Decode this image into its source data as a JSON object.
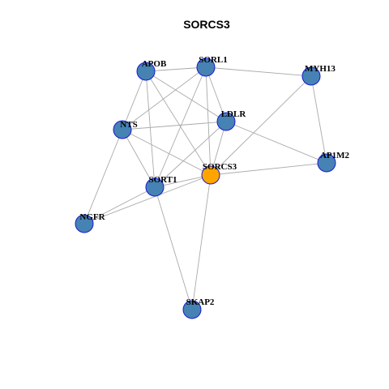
{
  "title": "SORCS3",
  "colors": {
    "node_fill": "#4682B4",
    "center_fill": "#FFA500",
    "node_stroke": "#1A1AD0",
    "edge": "#AAAAAA"
  },
  "nodes": [
    {
      "id": "APOB",
      "label": "APOB",
      "center": false
    },
    {
      "id": "SORL1",
      "label": "SORL1",
      "center": false
    },
    {
      "id": "MYH13",
      "label": "MYH13",
      "center": false
    },
    {
      "id": "LDLR",
      "label": "LDLR",
      "center": false
    },
    {
      "id": "NTS",
      "label": "NTS",
      "center": false
    },
    {
      "id": "AP1M2",
      "label": "AP1M2",
      "center": false
    },
    {
      "id": "SORCS3",
      "label": "SORCS3",
      "center": true
    },
    {
      "id": "SORT1",
      "label": "SORT1",
      "center": false
    },
    {
      "id": "NGFR",
      "label": "NGFR",
      "center": false
    },
    {
      "id": "SKAP2",
      "label": "SKAP2",
      "center": false
    }
  ],
  "edges": [
    [
      "APOB",
      "SORL1"
    ],
    [
      "APOB",
      "NTS"
    ],
    [
      "APOB",
      "LDLR"
    ],
    [
      "APOB",
      "SORCS3"
    ],
    [
      "APOB",
      "SORT1"
    ],
    [
      "SORL1",
      "MYH13"
    ],
    [
      "SORL1",
      "NTS"
    ],
    [
      "SORL1",
      "LDLR"
    ],
    [
      "SORL1",
      "SORCS3"
    ],
    [
      "SORL1",
      "SORT1"
    ],
    [
      "MYH13",
      "SORCS3"
    ],
    [
      "MYH13",
      "AP1M2"
    ],
    [
      "LDLR",
      "NTS"
    ],
    [
      "LDLR",
      "SORCS3"
    ],
    [
      "LDLR",
      "AP1M2"
    ],
    [
      "LDLR",
      "SORT1"
    ],
    [
      "NTS",
      "SORT1"
    ],
    [
      "NTS",
      "SORCS3"
    ],
    [
      "NTS",
      "NGFR"
    ],
    [
      "SORCS3",
      "AP1M2"
    ],
    [
      "SORCS3",
      "SORT1"
    ],
    [
      "SORCS3",
      "NGFR"
    ],
    [
      "SORCS3",
      "SKAP2"
    ],
    [
      "SORT1",
      "NGFR"
    ],
    [
      "SORT1",
      "SKAP2"
    ]
  ]
}
